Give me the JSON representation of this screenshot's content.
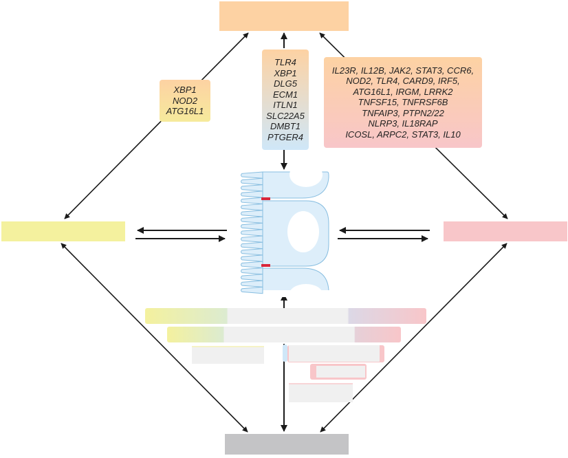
{
  "colors": {
    "top_node": "#fdd2a3",
    "left_node": "#f4f19e",
    "right_node": "#f8c6c9",
    "bottom_node": "#c4c4c6",
    "epithelium_fill": "#ddeefa",
    "epithelium_stroke": "#86bde0",
    "tight_junction": "#d9263a",
    "arrow": "#1a1a1a",
    "placeholder": "#f0f0f0"
  },
  "nodes": {
    "top": {
      "label": ""
    },
    "left": {
      "label": ""
    },
    "right": {
      "label": ""
    },
    "bottom": {
      "label": ""
    }
  },
  "gene_boxes": {
    "left_upper": {
      "genes": [
        "XBP1",
        "NOD2",
        "ATG16L1"
      ]
    },
    "center_upper": {
      "genes": [
        "TLR4",
        "XBP1",
        "DLG5",
        "ECM1",
        "ITLN1",
        "SLC22A5",
        "DMBT1",
        "PTGER4"
      ]
    },
    "right_upper": {
      "lines": [
        "IL23R, IL12B, JAK2, STAT3, CCR6,",
        "NOD2, TLR4, CARD9, IRF5,",
        "ATG16L1, IRGM, LRRK2",
        "TNFSF15, TNFRSF6B",
        "TNFAIP3, PTPN2/22",
        "NLRP3, IL18RAP",
        "ICOSL, ARPC2, STAT3, IL10"
      ]
    }
  },
  "center_structure": {
    "label": "intestinal-epithelium"
  },
  "lower_placeholders": [
    {
      "label": ""
    },
    {
      "label": ""
    },
    {
      "label": ""
    },
    {
      "label": ""
    },
    {
      "label": ""
    },
    {
      "label": ""
    },
    {
      "label": ""
    }
  ]
}
